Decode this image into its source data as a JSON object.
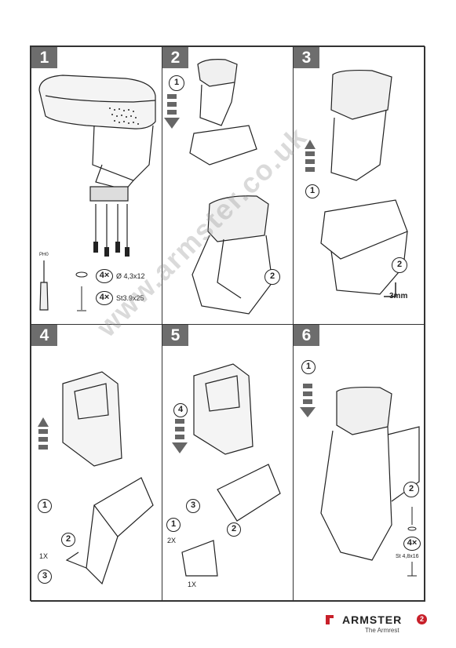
{
  "steps": [
    "1",
    "2",
    "3",
    "4",
    "5",
    "6"
  ],
  "step1": {
    "tool_label": "PH0",
    "qty1": "4×",
    "spec1": "Ø 4,3x12",
    "qty2": "4×",
    "spec2": "St3.9x25"
  },
  "step2": {
    "callout1": "1",
    "callout2": "2"
  },
  "step3": {
    "callout1": "1",
    "callout2": "2",
    "hex_size": "3mm"
  },
  "step4": {
    "callout1": "1",
    "callout2": "2",
    "callout3": "3",
    "qty": "1X"
  },
  "step5": {
    "callout4": "4",
    "callout3": "3",
    "callout1": "1",
    "callout2": "2",
    "qty_a": "2X",
    "qty_b": "1X"
  },
  "step6": {
    "callout1": "1",
    "callout2": "2",
    "qty": "4×",
    "spec": "St 4,8x16"
  },
  "watermark": "www.armster.co.uk",
  "brand": {
    "name": "ARMSTER",
    "badge": "2",
    "tagline": "The Armrest",
    "color": "#c8202a"
  }
}
